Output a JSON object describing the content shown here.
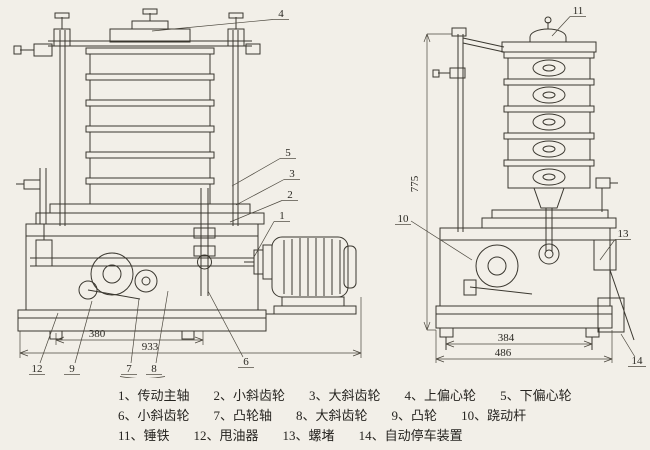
{
  "page": {
    "background": "#f2efe8",
    "ink": "#3a372f"
  },
  "drawing": {
    "callouts": {
      "c1": "1",
      "c2": "2",
      "c3": "3",
      "c4": "4",
      "c5": "5",
      "c6": "6",
      "c7": "7",
      "c8": "8",
      "c9": "9",
      "c10": "10",
      "c11": "11",
      "c12": "12",
      "c13": "13",
      "c14": "14"
    },
    "dimensions": {
      "front_inner_width": "380",
      "front_overall_width": "933",
      "side_height": "775",
      "side_inner_width": "384",
      "side_overall_width": "486"
    }
  },
  "legend": {
    "items": [
      "1、传动主轴",
      "2、小斜齿轮",
      "3、大斜齿轮",
      "4、上偏心轮",
      "5、下偏心轮",
      "6、小斜齿轮",
      "7、凸轮轴",
      "8、大斜齿轮",
      "9、凸轮",
      "10、跷动杆",
      "11、锤铁",
      "12、甩油器",
      "13、螺堵",
      "14、自动停车装置"
    ]
  }
}
